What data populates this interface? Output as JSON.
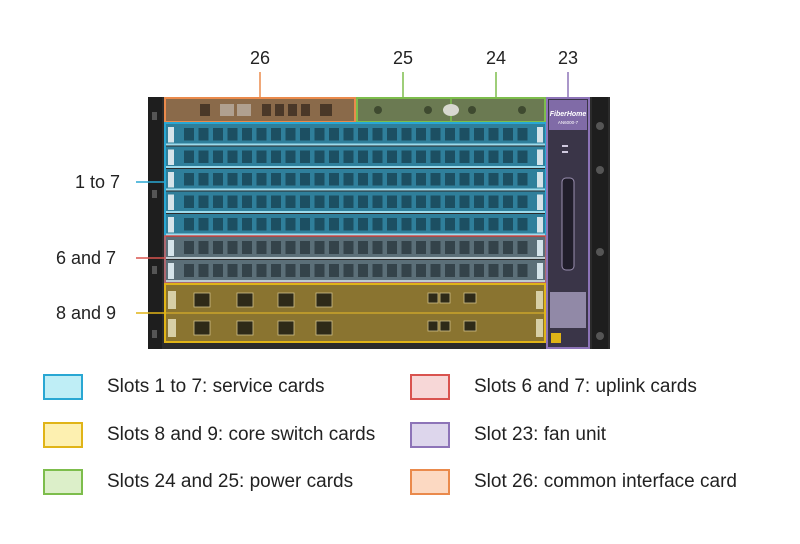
{
  "callouts": {
    "slot_26": "26",
    "slot_25": "25",
    "slot_24": "24",
    "slot_23": "23",
    "service": "1 to 7",
    "uplink": "6 and 7",
    "core": "8 and 9"
  },
  "device": {
    "brand": "FiberHome",
    "model": "AN6000-7"
  },
  "legend": [
    {
      "text": "Slots 1 to 7: service cards",
      "fill": "#bfeef6",
      "border": "#29a7d3"
    },
    {
      "text": "Slots 6 and 7: uplink cards",
      "fill": "#f7d7d7",
      "border": "#d9534f"
    },
    {
      "text": "Slots 8 and 9: core switch cards",
      "fill": "#fdf0b0",
      "border": "#e0b417"
    },
    {
      "text": "Slot 23: fan unit",
      "fill": "#ddd6ec",
      "border": "#8d74b8"
    },
    {
      "text": "Slots 24 and 25: power cards",
      "fill": "#dcefc9",
      "border": "#7dbd4c"
    },
    {
      "text": "Slot 26: common interface card",
      "fill": "#fcd9c2",
      "border": "#ea8a4c"
    }
  ],
  "colors": {
    "service": "#29a7d3",
    "uplink": "#d9534f",
    "core": "#e0b417",
    "fan": "#8d74b8",
    "power": "#7dbd4c",
    "interface": "#ea8a4c"
  }
}
